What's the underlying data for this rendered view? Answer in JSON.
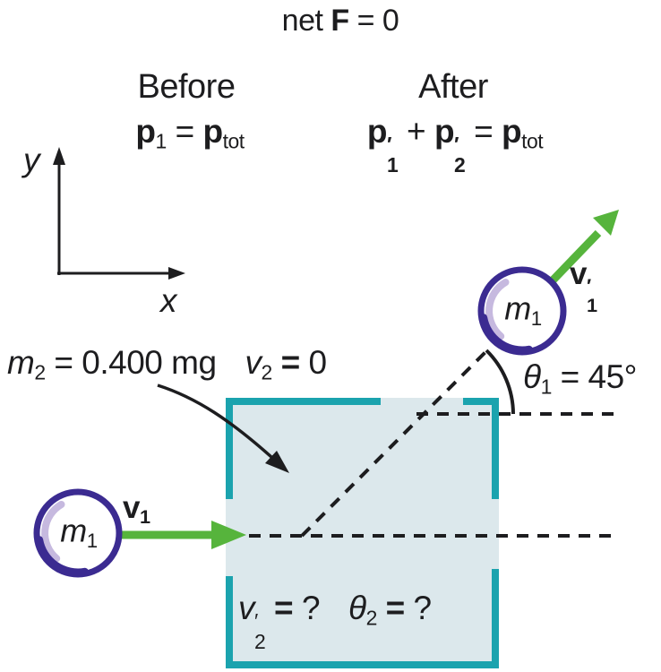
{
  "colors": {
    "teal": "#1BA3AE",
    "box_fill": "#DCE8EC",
    "green": "#56B43C",
    "purple": "#3B2B91",
    "lavender": "#C6B9DF",
    "ink": "#1D1D1F"
  },
  "title": {
    "pre": "net",
    "vec": "F",
    "eq": "=",
    "val": "0"
  },
  "before": {
    "heading": "Before",
    "p": "p",
    "p_sub": "1",
    "eq": "=",
    "ptot": "p",
    "ptot_sub": "tot"
  },
  "after": {
    "heading": "After",
    "p1": "p",
    "p1_prime": "′",
    "p1_sub": "1",
    "plus": "+",
    "p2": "p",
    "p2_prime": "′",
    "p2_sub": "2",
    "eq": "=",
    "ptot": "p",
    "ptot_sub": "tot"
  },
  "axes": {
    "y": "y",
    "x": "x"
  },
  "mass_label": {
    "m": "m",
    "m_sub": "2",
    "m_eq": "=",
    "m_val": "0.400 mg",
    "v": "v",
    "v_sub": "2",
    "v_eq": "=",
    "v_val": "0"
  },
  "ball_before": {
    "m": "m",
    "sub": "1"
  },
  "ball_after": {
    "m": "m",
    "sub": "1"
  },
  "v1_label": {
    "v": "v",
    "sub": "1"
  },
  "v1_prime_label": {
    "v": "v",
    "prime": "′",
    "sub": "1"
  },
  "theta1_label": {
    "theta": "θ",
    "sub": "1",
    "eq": "=",
    "val": "45°"
  },
  "unknowns": {
    "v": "v",
    "v_prime": "′",
    "v_sub": "2",
    "v_eq": "=",
    "v_q": "?",
    "theta": "θ",
    "t_sub": "2",
    "t_eq": "=",
    "t_q": "?"
  }
}
